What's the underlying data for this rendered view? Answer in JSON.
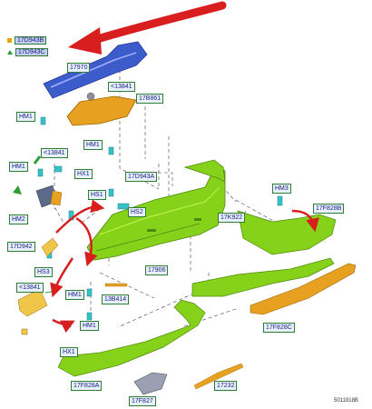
{
  "legend": [
    {
      "code": "17D943B",
      "marker": "square",
      "color": "#e0a800"
    },
    {
      "code": "17D943C",
      "marker": "triangle",
      "color": "#2e9d32"
    }
  ],
  "labels": {
    "l_17970": "17970",
    "l_13841_a": "<13841",
    "l_17b861": "17B861",
    "l_hm1_a": "HM1",
    "l_hm1_b": "HM1",
    "l_13841_b": "<13841",
    "l_hm1_c": "HM1",
    "l_hx1_a": "HX1",
    "l_17d943a": "17D943A",
    "l_hs1": "HS1",
    "l_hs2": "HS2",
    "l_hm2": "HM2",
    "l_17k922": "17K922",
    "l_hm3": "HM3",
    "l_17f828b": "17F828B",
    "l_17d942": "17D942",
    "l_hs3": "HS3",
    "l_17906": "17906",
    "l_13841_c": "<13841",
    "l_hm1_d": "HM1",
    "l_13b414": "13B414",
    "l_hm1_e": "HM1",
    "l_17f828c": "17F828C",
    "l_hx1_b": "HX1",
    "l_17f828a": "17F828A",
    "l_17f827": "17F827",
    "l_17232": "17232"
  },
  "figure_id": "5011918B",
  "colors": {
    "bumper": "#86d11a",
    "bumper_dark": "#4f8a10",
    "blue_part": "#3d5ccc",
    "orange_part": "#e8a020",
    "callout_red": "#d81e1e"
  }
}
